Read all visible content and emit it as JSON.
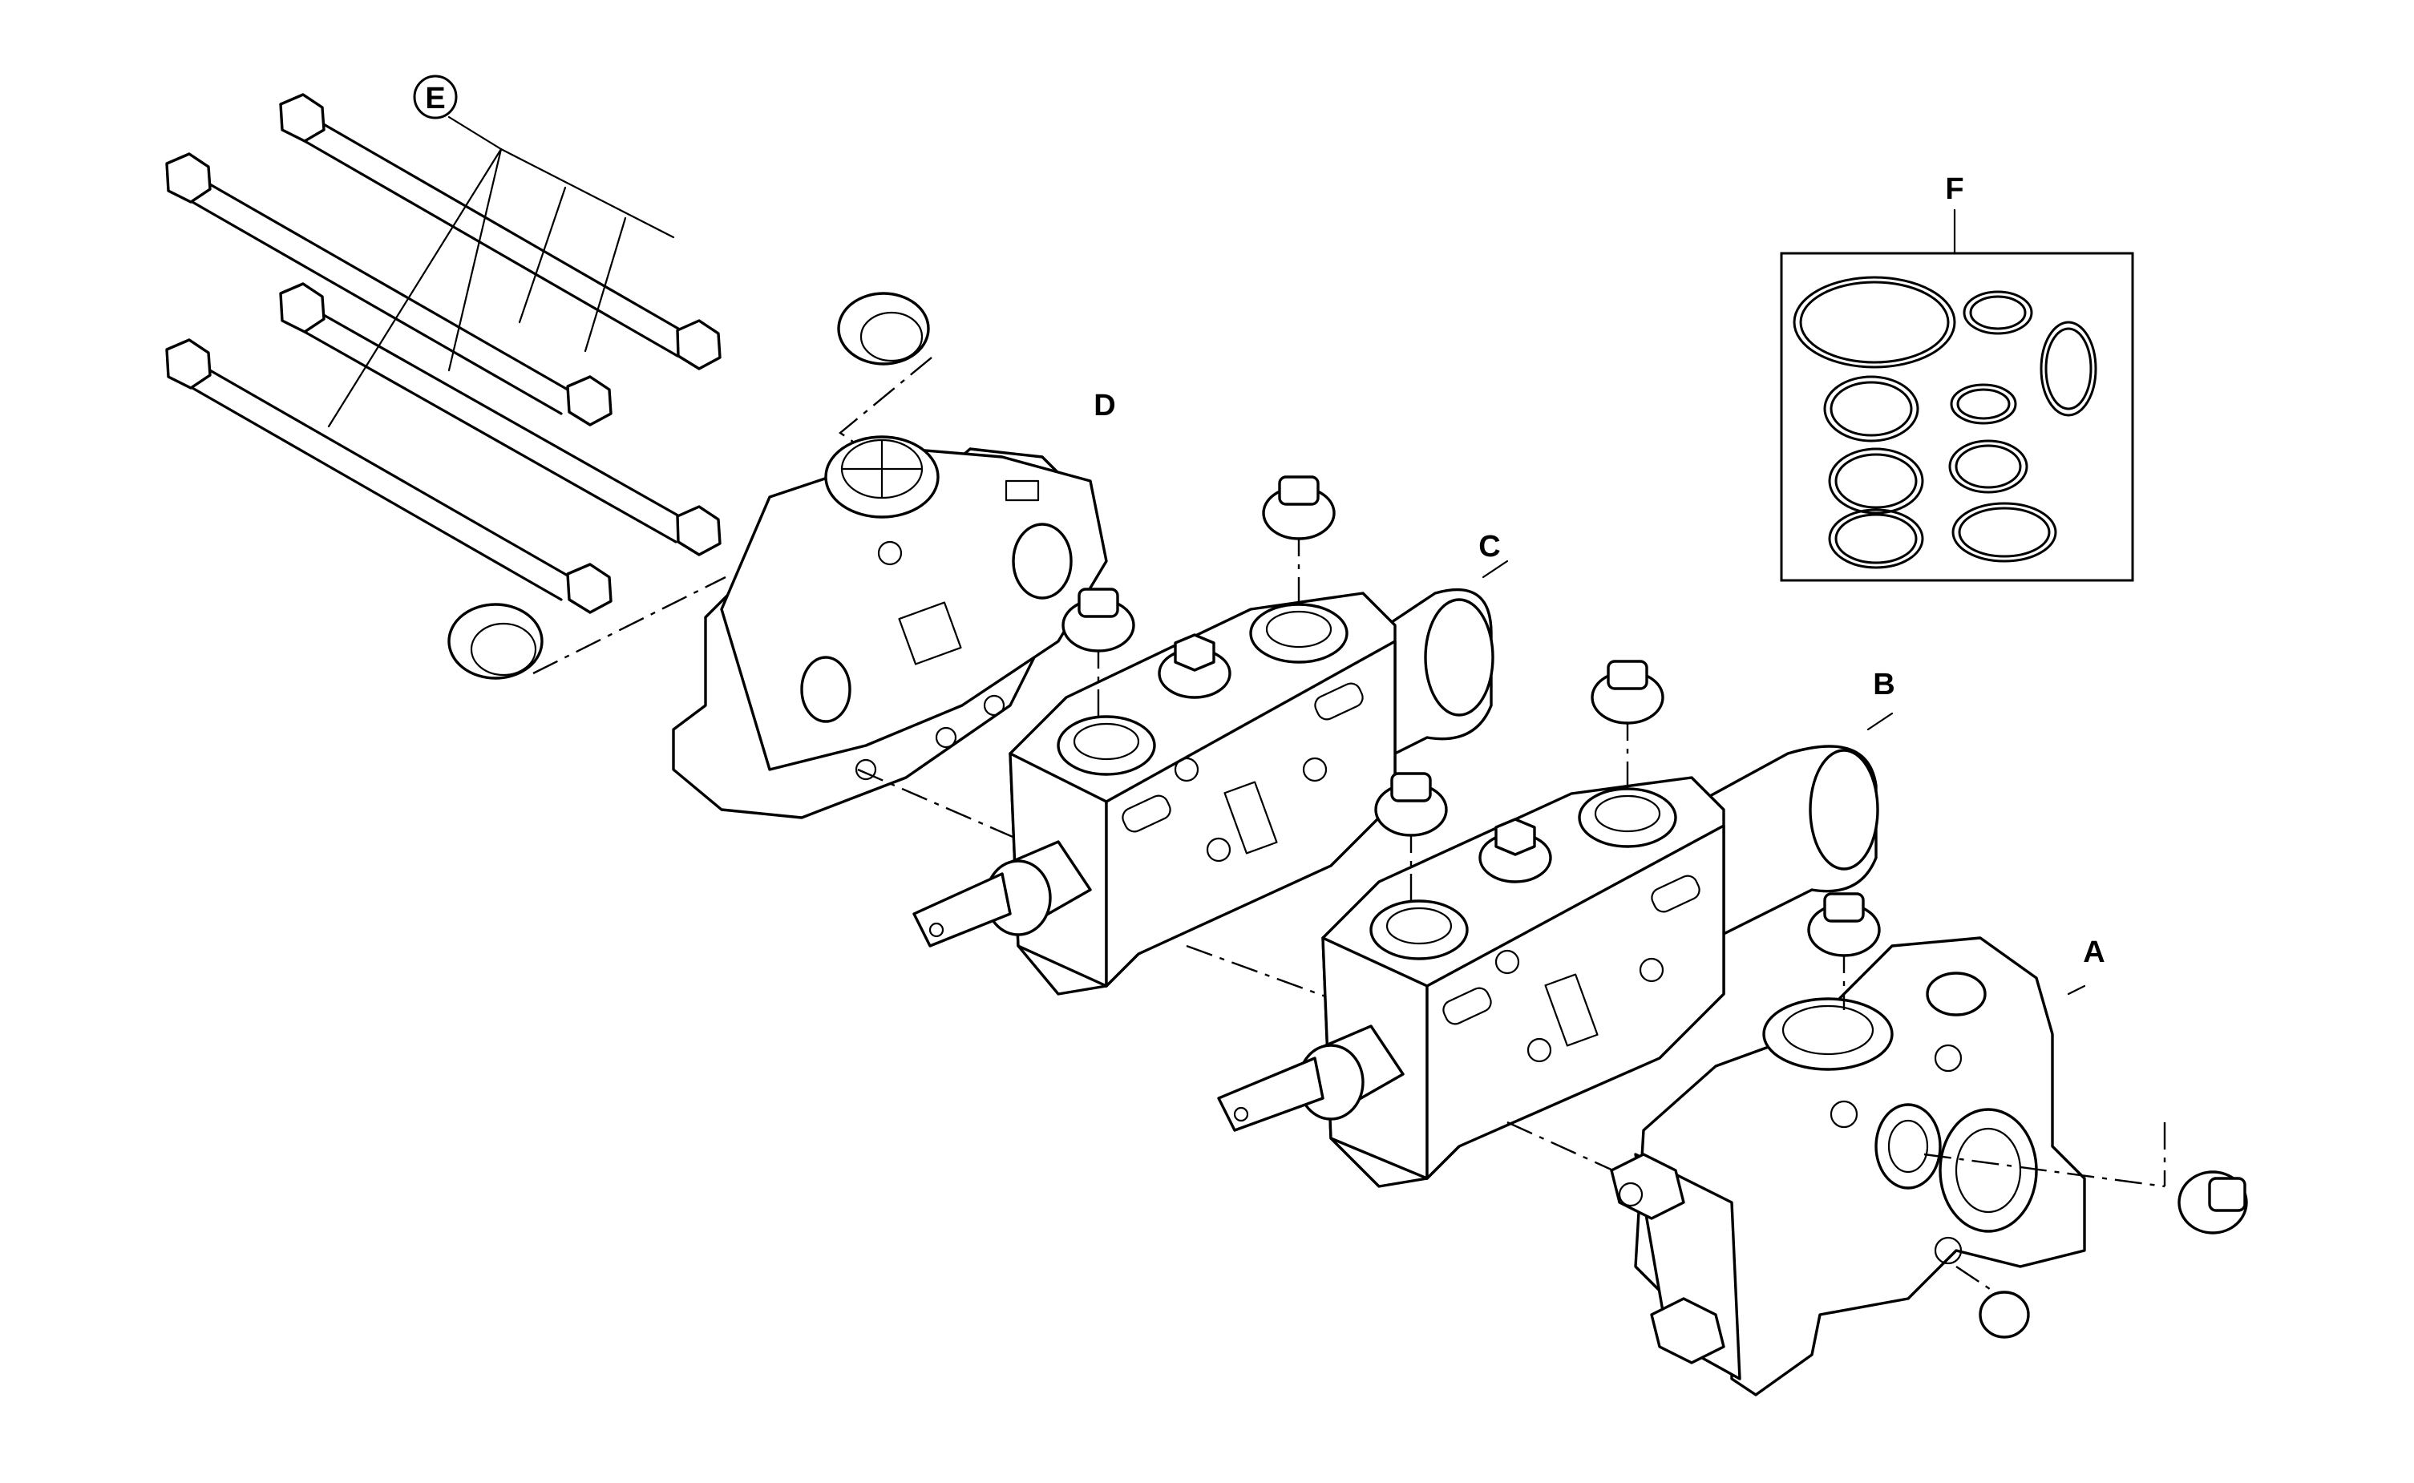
{
  "labels": {
    "a": "A",
    "b": "B",
    "c": "C",
    "d": "D",
    "e": "E",
    "f": "F"
  },
  "colors": {
    "line": "#000000",
    "background": "#ffffff"
  }
}
